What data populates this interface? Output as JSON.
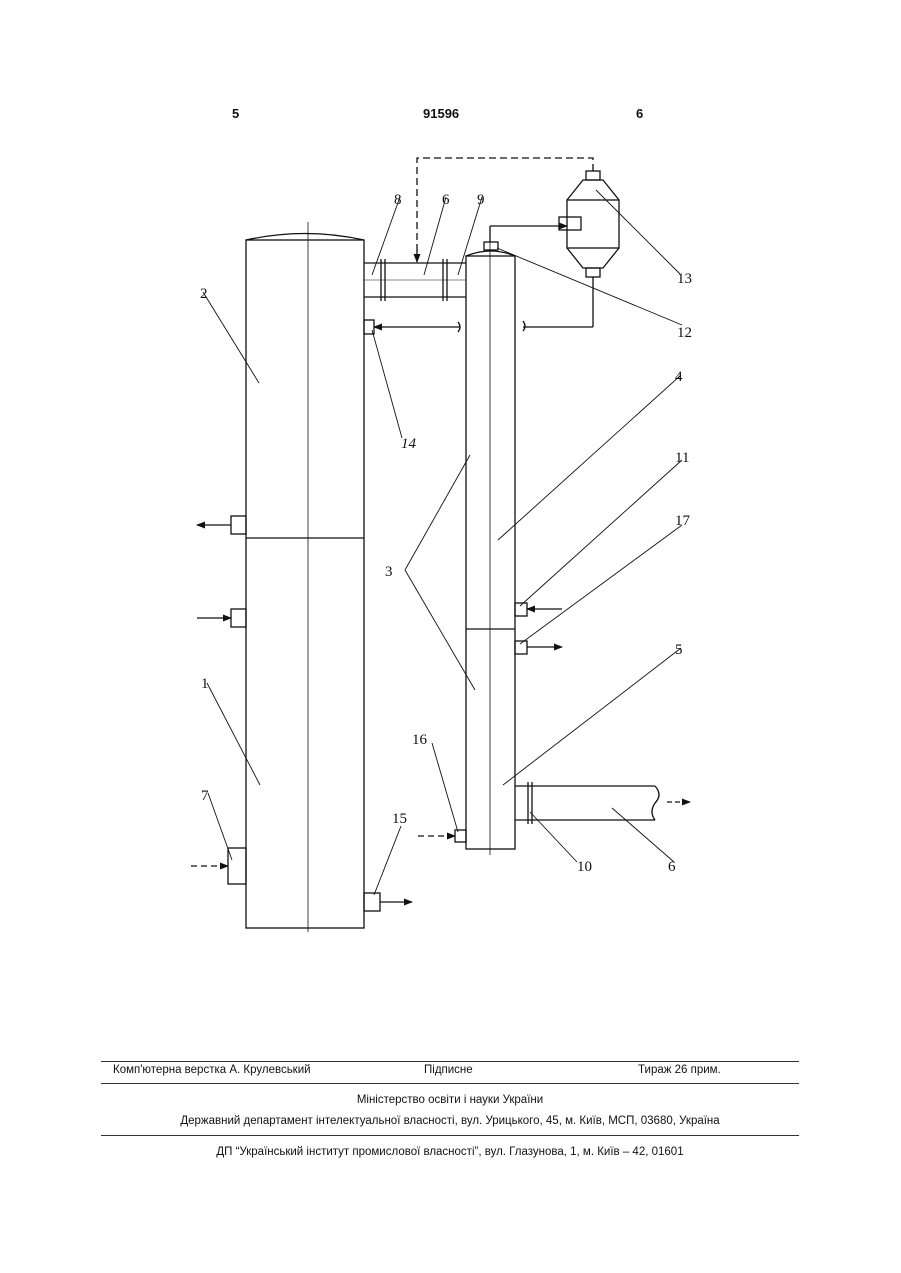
{
  "header": {
    "page_left": "5",
    "patent_number": "91596",
    "page_right": "6"
  },
  "drawing": {
    "labels": {
      "l1": "1",
      "l2": "2",
      "l3": "3",
      "l4": "4",
      "l5": "5",
      "l6a": "6",
      "l6b": "6",
      "l7": "7",
      "l8": "8",
      "l9": "9",
      "l10": "10",
      "l11": "11",
      "l12": "12",
      "l13": "13",
      "l14": "14",
      "l15": "15",
      "l16": "16",
      "l17": "17"
    }
  },
  "footer": {
    "layout": "Комп'ютерна верстка А. Крулевський",
    "signed": "Підписне",
    "circulation": "Тираж 26 прим.",
    "ministry": "Міністерство освіти і науки України",
    "department": "Державний департамент інтелектуальної власності, вул. Урицького, 45, м. Київ, МСП, 03680, Україна",
    "institute": "ДП “Український інститут промислової власності”, вул. Глазунова, 1, м. Київ – 42, 01601"
  }
}
